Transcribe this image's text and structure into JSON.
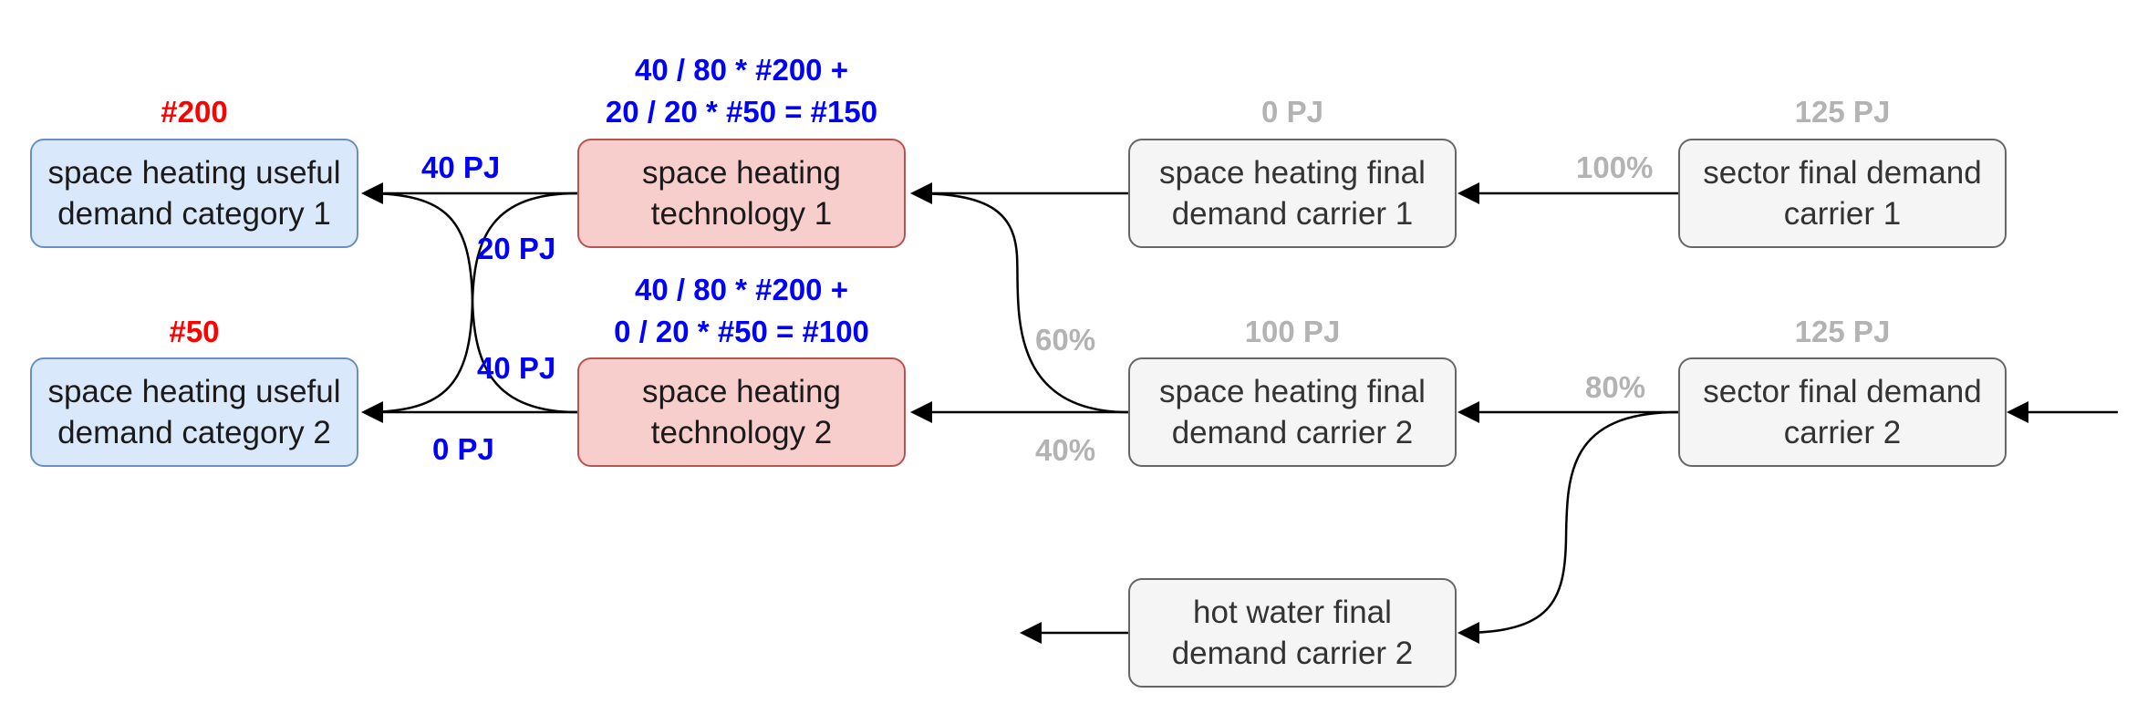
{
  "nodes": {
    "useful1": "space heating useful\ndemand category 1",
    "useful2": "space heating useful\ndemand category 2",
    "tech1": "space heating\ntechnology 1",
    "tech2": "space heating\ntechnology 2",
    "final1": "space heating final\ndemand carrier 1",
    "final2": "space heating final\ndemand carrier 2",
    "sector1": "sector final demand\ncarrier 1",
    "sector2": "sector final demand\ncarrier 2",
    "hotwater": "hot water final\ndemand carrier 2"
  },
  "labels": {
    "useful1_demand": "#200",
    "useful2_demand": "#50",
    "tech1_formula_line1": "40 / 80 * #200 +",
    "tech1_formula_line2": "20 / 20 * #50 = #150",
    "tech2_formula_line1": "40 / 80 * #200 +",
    "tech2_formula_line2": "0 / 20 * #50 = #100",
    "final1_value": "0 PJ",
    "final2_value": "100 PJ",
    "sector1_value": "125 PJ",
    "sector2_value": "125 PJ",
    "flow_t1_u1": "40 PJ",
    "flow_t1_u2": "20 PJ",
    "flow_t2_u1": "40 PJ",
    "flow_t2_u2": "0 PJ",
    "share_s1_f1": "100%",
    "share_s2_f2": "80%",
    "share_f2_t1": "60%",
    "share_f2_t2": "40%"
  },
  "colors": {
    "useful_fill": "#dae8fc",
    "useful_border": "#6c8ebf",
    "tech_fill": "#f8cecc",
    "tech_border": "#b85450",
    "carrier_fill": "#f5f5f5",
    "carrier_border": "#666666",
    "demand_label": "#ff0000",
    "flow_label": "#0000ff",
    "share_label": "#b3b3b3"
  }
}
